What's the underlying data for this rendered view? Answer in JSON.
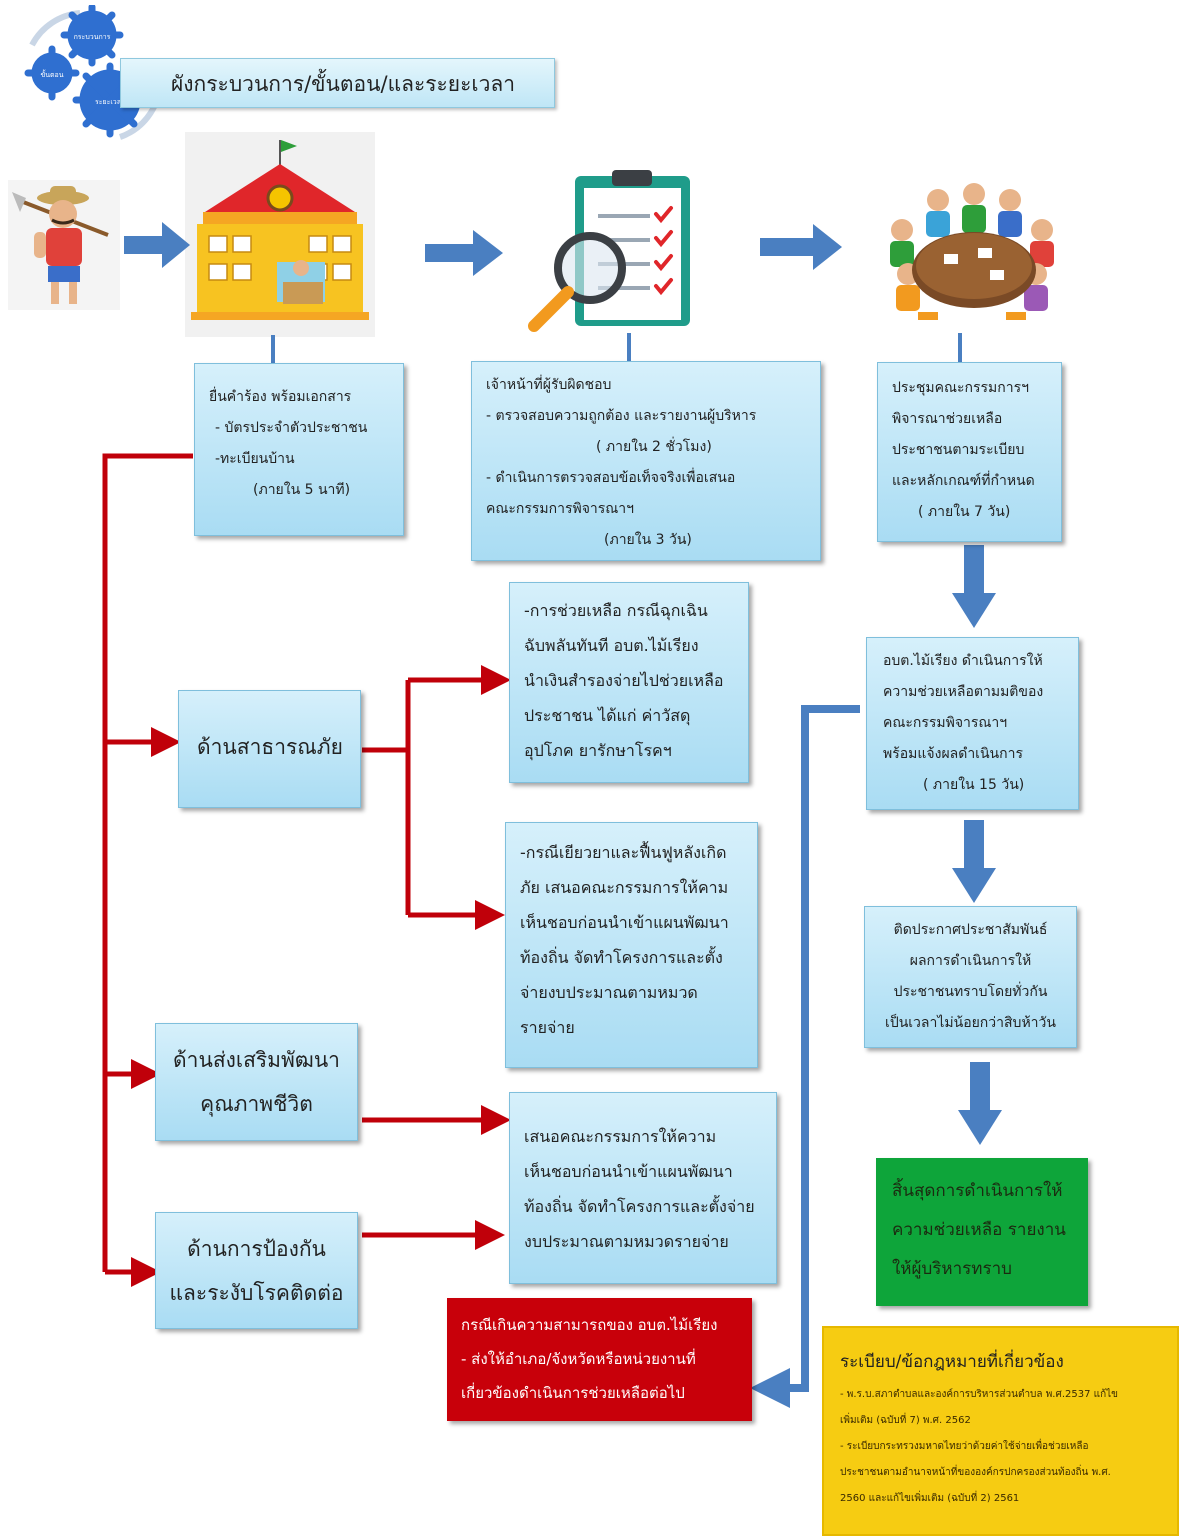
{
  "title": "ผังกระบวนการ/ขั้นตอน/และระยะเวลา",
  "gear_labels": [
    "กระบวนการ",
    "ขั้นตอน",
    "ระยะเวลา"
  ],
  "colors": {
    "box_blue": "#a9dcf3",
    "arrow_blue": "#4a7fc1",
    "connector_red": "#c0000a",
    "red_box": "#c8000a",
    "green_box": "#0ea53a",
    "yellow_box": "#f6cc12"
  },
  "icons": [
    "farmer-icon",
    "building-icon",
    "checklist-magnifier-icon",
    "meeting-group-icon"
  ],
  "step1": {
    "lines": [
      "ยื่นคำร้อง พร้อมเอกสาร",
      "- บัตรประจำตัวประชาชน",
      "-ทะเบียนบ้าน",
      "(ภายใน 5 นาที)"
    ]
  },
  "step2": {
    "lines": [
      "เจ้าหน้าที่ผู้รับผิดชอบ",
      "- ตรวจสอบความถูกต้อง และรายงานผู้บริหาร",
      "( ภายใน 2 ชั่วโมง)",
      "- ดำเนินการตรวจสอบข้อเท็จจริงเพื่อเสนอ",
      "คณะกรรมการพิจารณาฯ",
      "(ภายใน 3 วัน)"
    ]
  },
  "step3": {
    "lines": [
      "ประชุมคณะกรรมการฯ",
      "พิจารณาช่วยเหลือ",
      "ประชาชนตามระเบียบ",
      "และหลักเกณฑ์ที่กำหนด",
      "( ภายใน 7 วัน)"
    ]
  },
  "step4": {
    "lines": [
      "อบต.ไม้เรียง ดำเนินการให้",
      "ความช่วยเหลือตามมติของ",
      "คณะกรรมพิจารณาฯ",
      "พร้อมแจ้งผลดำเนินการ",
      "( ภายใน 15 วัน)"
    ]
  },
  "step5": {
    "lines": [
      "ติดประกาศประชาสัมพันธ์",
      "ผลการดำเนินการให้",
      "ประชาชนทราบโดยทั่วกัน",
      "เป็นเวลาไม่น้อยกว่าสิบห้าวัน"
    ]
  },
  "end_box": {
    "lines": [
      "สิ้นสุดการดำเนินการให้",
      "ความช่วยเหลือ รายงาน",
      "ให้ผู้บริหารทราบ"
    ]
  },
  "category_disaster": {
    "lines": [
      "ด้านสาธารณภัย"
    ]
  },
  "category_quality": {
    "lines": [
      "ด้านส่งเสริมพัฒนา",
      "คุณภาพชีวิต"
    ]
  },
  "category_disease": {
    "lines": [
      "ด้านการป้องกัน",
      "และระงับโรคติดต่อ"
    ]
  },
  "emergency_box": {
    "lines": [
      "-การช่วยเหลือ กรณีฉุกเฉิน",
      "ฉับพลันทันที อบต.ไม้เรียง",
      "นำเงินสำรองจ่ายไปช่วยเหลือ",
      "ประชาชน ได้แก่ ค่าวัสดุ",
      "อุปโภค ยารักษาโรคฯ"
    ]
  },
  "recovery_box": {
    "lines": [
      "-กรณีเยียวยาและฟื้นฟูหลังเกิด",
      "ภัย เสนอคณะกรรมการให้คาม",
      "เห็นชอบก่อนนำเข้าแผนพัฒนา",
      "ท้องถิ่น จัดทำโครงการและตั้ง",
      "จ่ายงบประมาณตามหมวด",
      "รายจ่าย"
    ]
  },
  "proposal_box": {
    "lines": [
      "เสนอคณะกรรมการให้ความ",
      "เห็นชอบก่อนนำเข้าแผนพัฒนา",
      "ท้องถิ่น จัดทำโครงการและตั้งจ่าย",
      "งบประมาณตามหมวดรายจ่าย"
    ]
  },
  "exceed_box": {
    "lines": [
      "กรณีเกินความสามารถของ อบต.ไม้เรียง",
      "- ส่งให้อำเภอ/จังหวัดหรือหน่วยงานที่",
      "เกี่ยวข้องดำเนินการช่วยเหลือต่อไป"
    ]
  },
  "regulations": {
    "title": "ระเบียบ/ข้อกฎหมายที่เกี่ยวข้อง",
    "lines": [
      "- พ.ร.บ.สภาตำบลและองค์การบริหารส่วนตำบล พ.ศ.2537 แก้ไข",
      "เพิ่มเติม (ฉบับที่ 7) พ.ศ. 2562",
      "- ระเบียบกระทรวงมหาดไทยว่าด้วยค่าใช้จ่ายเพื่อช่วยเหลือ",
      "ประชาชนตามอำนาจหน้าที่ขององค์กรปกครองส่วนท้องถิ่น พ.ศ.",
      "2560 และแก้ไขเพิ่มเติม (ฉบับที่ 2) 2561"
    ]
  }
}
